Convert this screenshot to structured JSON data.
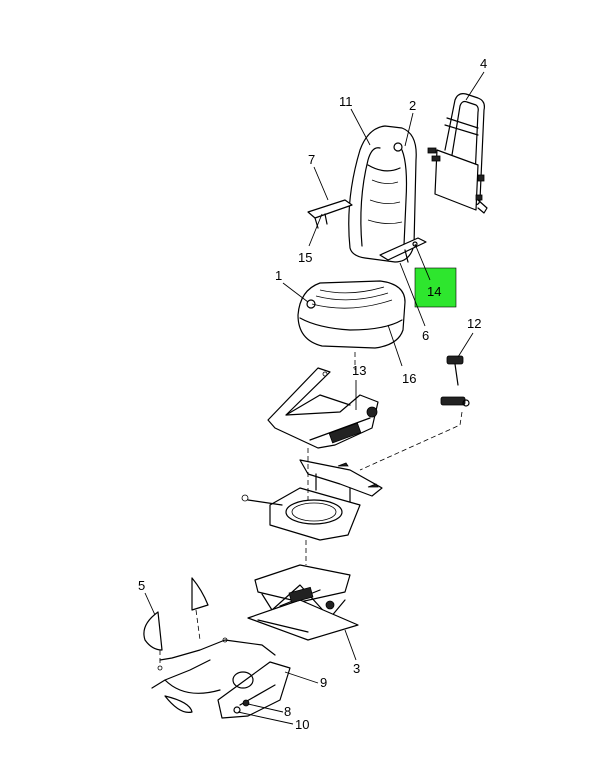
{
  "callouts": {
    "c1": "1",
    "c2": "2",
    "c3": "3",
    "c4": "4",
    "c5": "5",
    "c6": "6",
    "c7": "7",
    "c8": "8",
    "c9": "9",
    "c10": "10",
    "c11": "11",
    "c12": "12",
    "c13": "13",
    "c14": "14",
    "c15": "15",
    "c16": "16"
  },
  "highlight": {
    "callout": "14",
    "color": "#2ee62e"
  }
}
